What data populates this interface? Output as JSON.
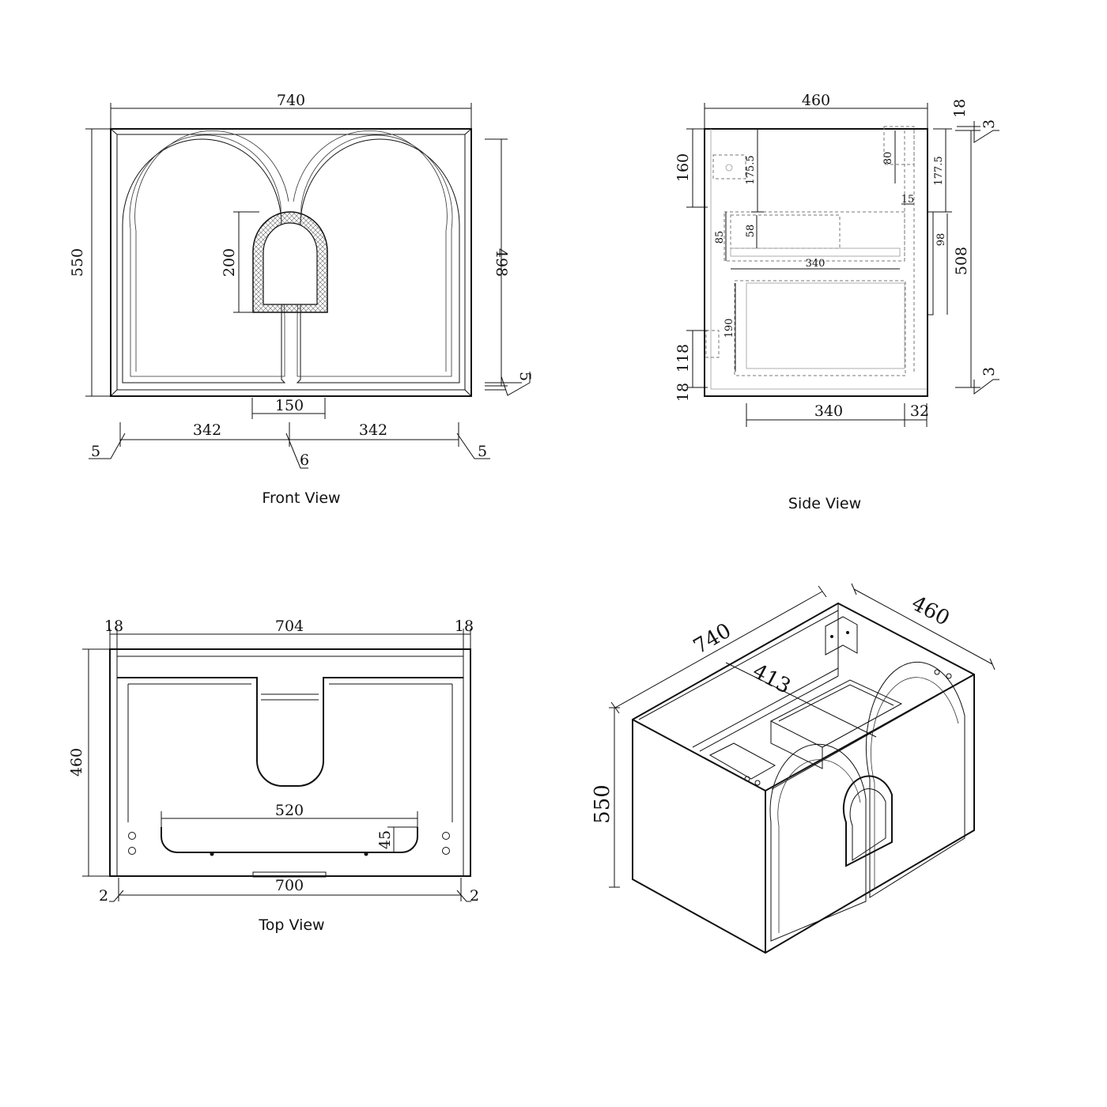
{
  "views": {
    "front": {
      "caption": "Front View",
      "dims": {
        "width": "740",
        "height": "550",
        "handle_height": "200",
        "inner_height": "498",
        "bottom_offset": "5",
        "handle_width": "150",
        "left_door": "342",
        "right_door": "342",
        "left_gap": "5",
        "center_gap": "6",
        "right_gap": "5"
      }
    },
    "side": {
      "caption": "Side View",
      "dims": {
        "depth": "460",
        "top_panel": "18",
        "top_gap": "3",
        "upper_block": "160",
        "upper_block_inner": "175.5",
        "bracket": "80",
        "side_upper": "177.5",
        "small_gap": "15",
        "drawer_height": "85",
        "drawer_inner": "58",
        "drawer_depth": "340",
        "handle": "98",
        "side_total": "508",
        "lower_drawer": "190",
        "base_block": "118",
        "base_panel": "18",
        "bottom_depth": "340",
        "bottom_offset": "32",
        "bottom_gap": "3"
      }
    },
    "top": {
      "caption": "Top View",
      "dims": {
        "left_panel": "18",
        "inner_width": "704",
        "right_panel": "18",
        "depth": "460",
        "drawer_width": "520",
        "drawer_inset": "45",
        "door_width": "700",
        "left_gap": "2",
        "right_gap": "2"
      }
    },
    "iso": {
      "dims": {
        "width": "740",
        "depth": "460",
        "height": "550",
        "inner": "413"
      }
    }
  }
}
